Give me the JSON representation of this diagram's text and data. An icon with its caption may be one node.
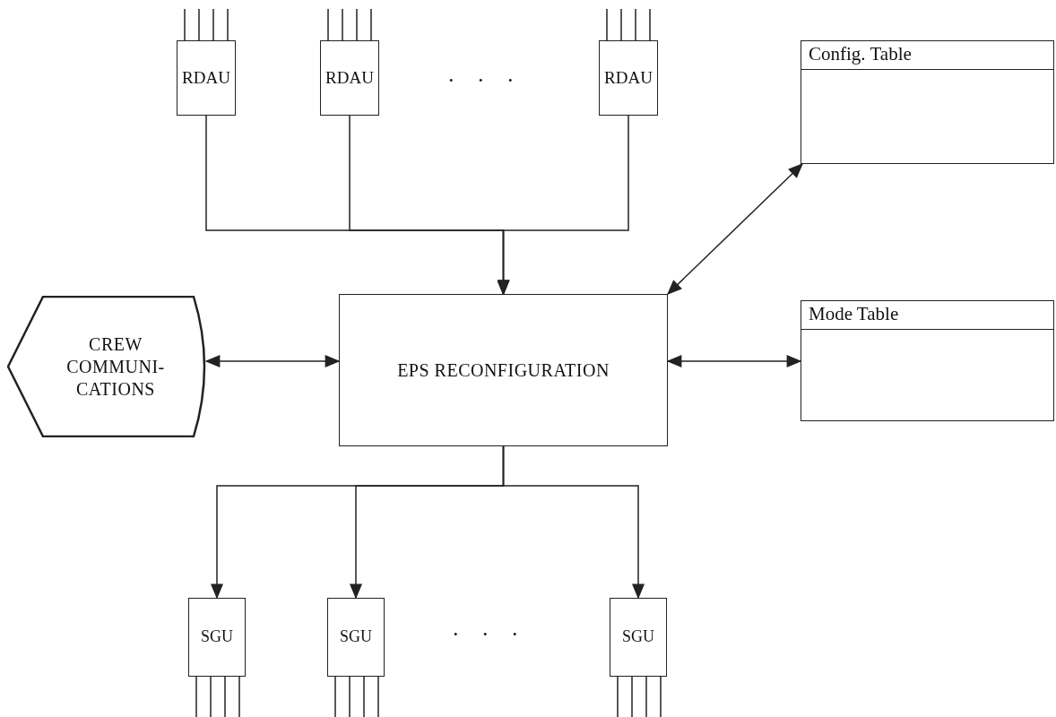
{
  "diagram": {
    "nodes": [
      {
        "text": [
          "RDAU"
        ]
      },
      {
        "text": [
          "RDAU"
        ]
      },
      {
        "text": [
          "RDAU"
        ]
      },
      {
        "text": [
          "Config. Table"
        ]
      },
      {
        "text": [
          "CREW COMMUNI- CATIONS"
        ]
      },
      {
        "text": [
          "EPS RECONFIGURATION"
        ]
      },
      {
        "text": [
          "Mode Table"
        ]
      },
      {
        "text": [
          "SGU"
        ]
      },
      {
        "text": [
          "SGU"
        ]
      },
      {
        "text": [
          "SGU"
        ]
      }
    ],
    "edges": [
      {
        "from": 0,
        "to": 5,
        "arrow": "to"
      },
      {
        "from": 1,
        "to": 5,
        "arrow": "to"
      },
      {
        "from": 2,
        "to": 5,
        "arrow": "to"
      },
      {
        "from": 3,
        "to": 5,
        "arrow": "both"
      },
      {
        "from": 4,
        "to": 5,
        "arrow": "both"
      },
      {
        "from": 5,
        "to": 6,
        "arrow": "both"
      },
      {
        "from": 5,
        "to": 7,
        "arrow": "to"
      },
      {
        "from": 5,
        "to": 8,
        "arrow": "to"
      },
      {
        "from": 5,
        "to": 9,
        "arrow": "to"
      }
    ],
    "labels": [
      ". . .",
      ". . ."
    ]
  }
}
